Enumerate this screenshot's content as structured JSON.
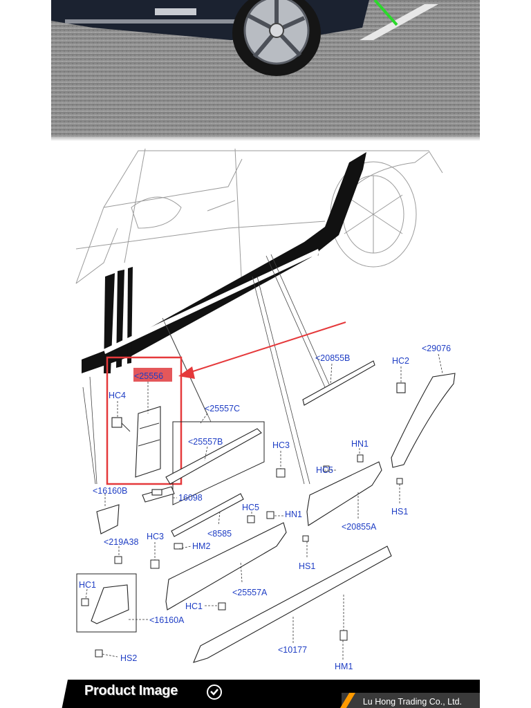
{
  "diagram": {
    "highlighted_part": "<25556",
    "labels": {
      "p25556": "<25556",
      "hc4": "HC4",
      "p25557c": "<25557C",
      "p25557b": "<25557B",
      "p16160b": "<16160B",
      "p16098": "16098",
      "p20855b": "<20855B",
      "hc2": "HC2",
      "p29076": "<29076",
      "hc3a": "HC3",
      "hn1a": "HN1",
      "hc5a": "HC5",
      "hs1a": "HS1",
      "p20855a": "<20855A",
      "hc5b": "HC5",
      "hn1b": "HN1",
      "p8585": "<8585",
      "hm2": "HM2",
      "p219a38": "<219A38",
      "hc3b": "HC3",
      "hs1b": "HS1",
      "hc1a": "HC1",
      "p25557a": "<25557A",
      "p16160a": "<16160A",
      "hc1b": "HC1",
      "hs2": "HS2",
      "p10177": "<10177",
      "hm1": "HM1"
    },
    "colors": {
      "label": "#1e3dc4",
      "highlight_box": "#e5393b",
      "highlight_fill": "#e4575a"
    }
  },
  "footer": {
    "title": "Product Image",
    "company": "Lu Hong Trading Co., Ltd.",
    "accent": "#ff9a00"
  }
}
